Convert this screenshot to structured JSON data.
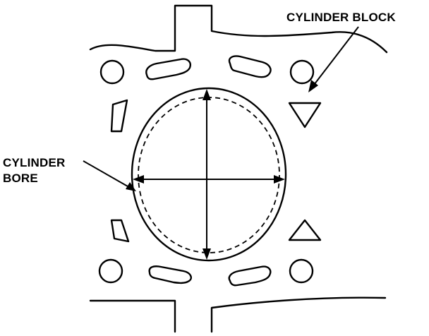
{
  "labels": {
    "cylinder_block": "CYLINDER BLOCK",
    "cylinder_bore_line1": "CYLINDER",
    "cylinder_bore_line2": "BORE"
  },
  "colors": {
    "ink": "#000000",
    "background": "#ffffff"
  }
}
